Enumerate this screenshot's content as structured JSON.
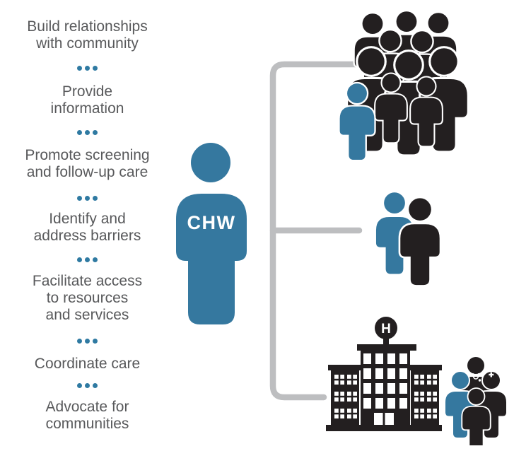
{
  "colors": {
    "accent_blue": "#35789f",
    "figure_black": "#231f20",
    "connector_gray": "#bdbec0",
    "text_gray": "#58595b"
  },
  "roles": {
    "items": [
      "Build relationships\nwith community",
      "Provide\ninformation",
      "Promote screening\nand follow-up care",
      "Identify and\naddress barriers",
      "Facilitate access\nto resources\nand services",
      "Coordinate care",
      "Advocate for\ncommunities"
    ]
  },
  "chw_figure": {
    "label": "CHW"
  },
  "hospital": {
    "sign_letter": "H"
  },
  "icons": {
    "separator": "ellipsis-dots",
    "chw": "person-icon",
    "community": "crowd-icon",
    "pair": "two-people-icon",
    "hospital": "hospital-building-icon",
    "team": "medical-team-icon",
    "connector": "bracket-line"
  }
}
